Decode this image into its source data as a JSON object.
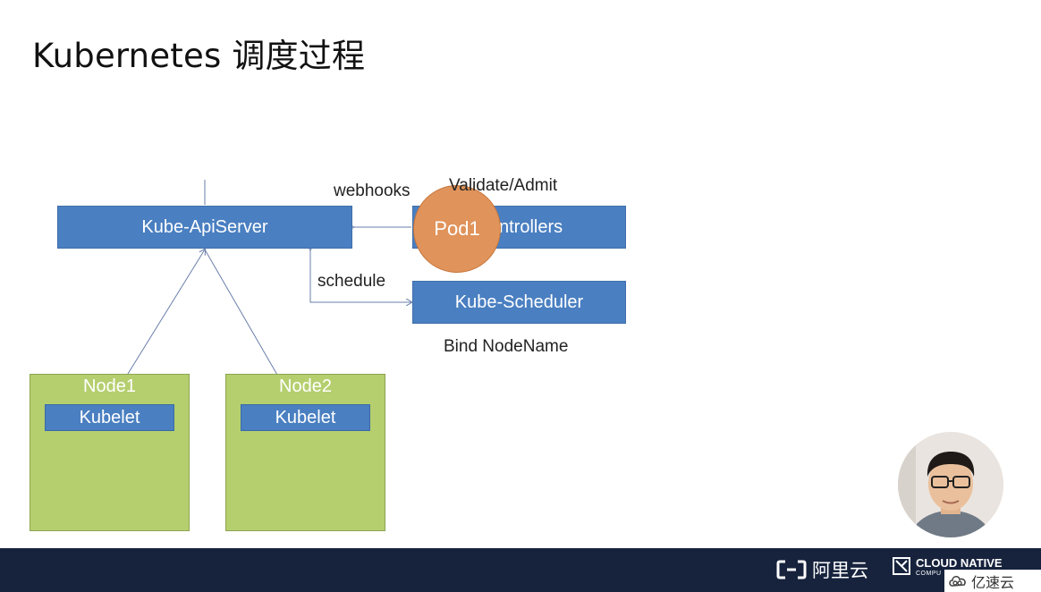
{
  "title": "Kubernetes 调度过程",
  "diagram": {
    "apiserver": "Kube-ApiServer",
    "controllers": "ntrollers",
    "scheduler": "Kube-Scheduler",
    "pod": "Pod1",
    "label_webhooks": "webhooks",
    "label_validate": "Validate/Admit",
    "label_schedule": "schedule",
    "label_bind": "Bind NodeName",
    "nodes": [
      {
        "name": "Node1",
        "kubelet": "Kubelet"
      },
      {
        "name": "Node2",
        "kubelet": "Kubelet"
      }
    ]
  },
  "footer": {
    "brand_aliyun": "阿里云",
    "brand_cloud_native": "CLOUD NATIVE",
    "brand_cloud_native_sub": "COMPU",
    "watermark": "亿速云"
  },
  "colors": {
    "component_blue": "#4a7fc1",
    "node_green": "#b5cf6f",
    "pod_orange": "#e0935a",
    "footer_navy": "#17233d"
  }
}
